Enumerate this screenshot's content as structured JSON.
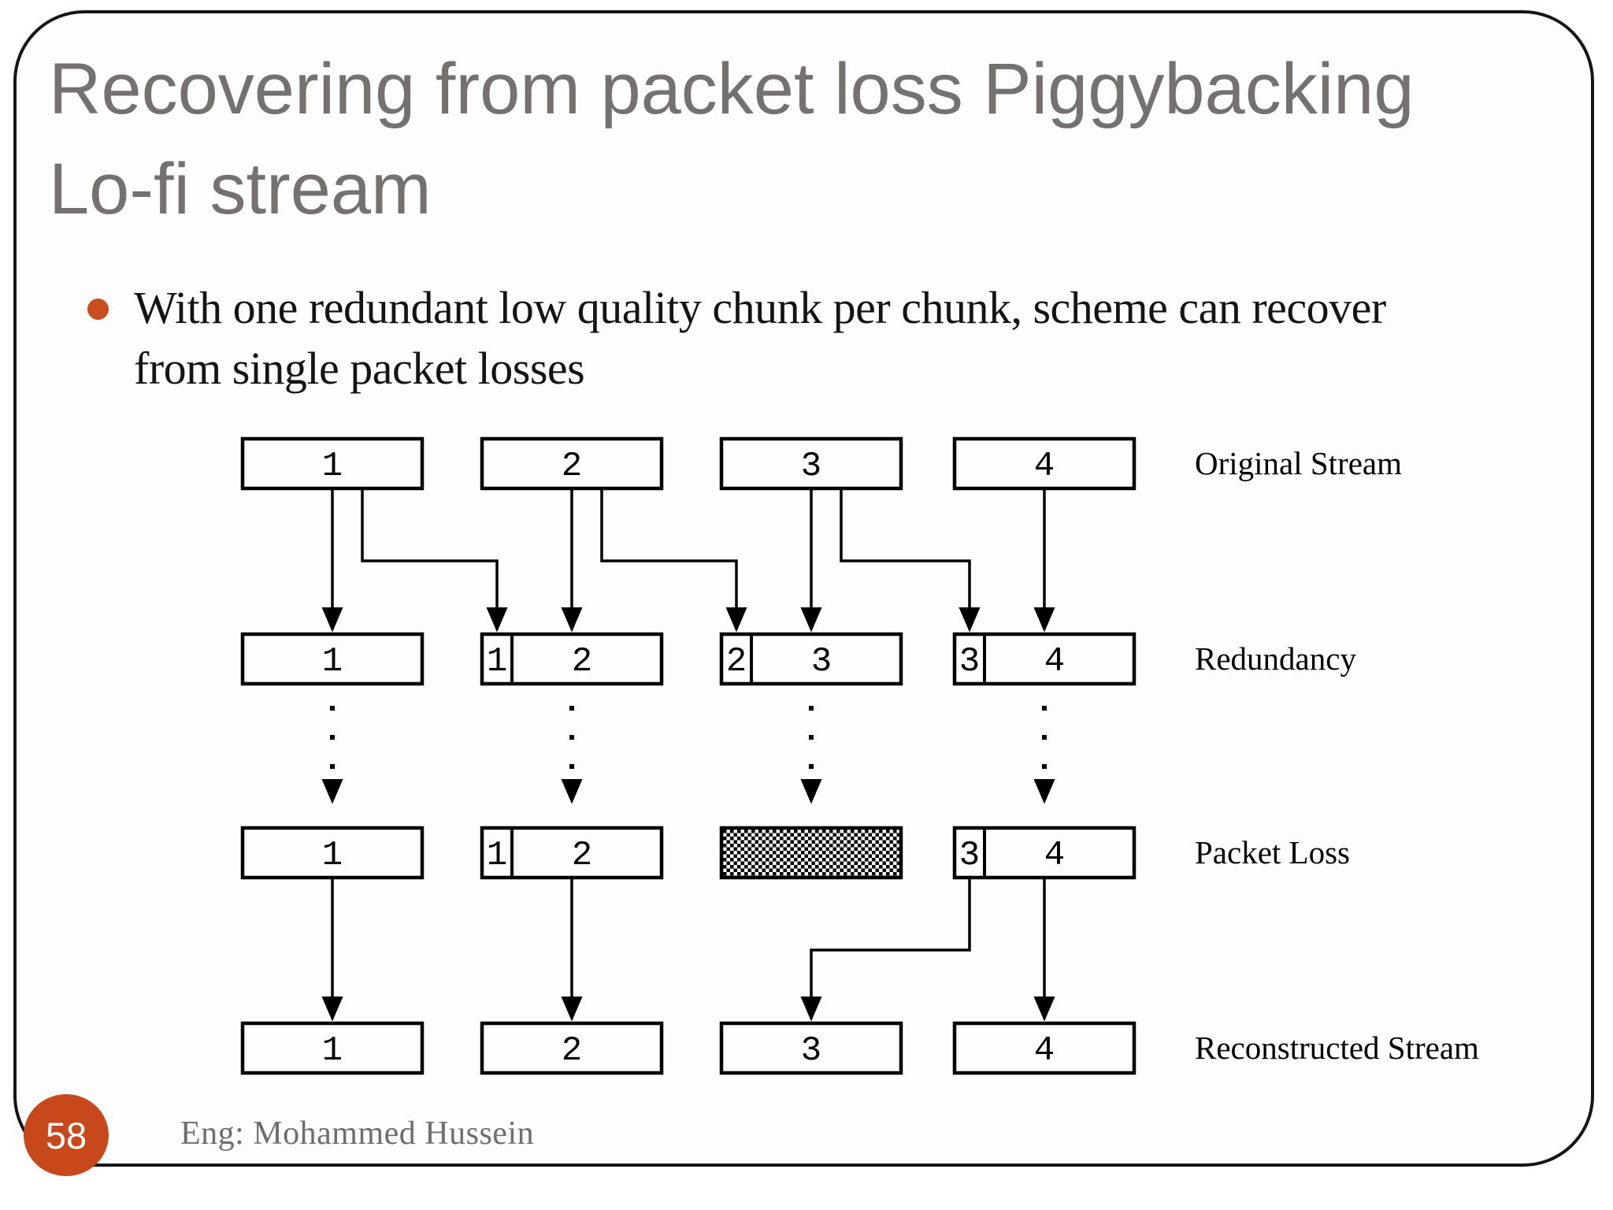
{
  "slide": {
    "title_lines": [
      "Recovering from packet loss Piggybacking",
      "Lo-fi stream"
    ],
    "bullet": {
      "line1": "With one redundant low quality chunk per chunk, scheme can recover",
      "line2": "from single packet losses"
    },
    "footer_credit": "Eng: Mohammed Hussein",
    "page_number": "58",
    "colors": {
      "title_gray": "#767171",
      "bullet_accent": "#C84E20",
      "badge_orange": "#C7481A",
      "footer_gray": "#6E6E6E",
      "diagram_ink": "#000000"
    }
  },
  "diagram": {
    "rows": [
      {
        "id": "original",
        "label": "Original Stream",
        "boxes": [
          {
            "cells": [
              "1"
            ]
          },
          {
            "cells": [
              "2"
            ]
          },
          {
            "cells": [
              "3"
            ]
          },
          {
            "cells": [
              "4"
            ]
          }
        ]
      },
      {
        "id": "redundancy",
        "label": "Redundancy",
        "boxes": [
          {
            "cells": [
              "1"
            ]
          },
          {
            "cells": [
              "1",
              "2"
            ]
          },
          {
            "cells": [
              "2",
              "3"
            ]
          },
          {
            "cells": [
              "3",
              "4"
            ]
          }
        ]
      },
      {
        "id": "packet_loss",
        "label": "Packet Loss",
        "boxes": [
          {
            "cells": [
              "1"
            ]
          },
          {
            "cells": [
              "1",
              "2"
            ]
          },
          {
            "lost": true
          },
          {
            "cells": [
              "3",
              "4"
            ]
          }
        ]
      },
      {
        "id": "reconstructed",
        "label": "Reconstructed Stream",
        "boxes": [
          {
            "cells": [
              "1"
            ]
          },
          {
            "cells": [
              "2"
            ]
          },
          {
            "cells": [
              "3"
            ]
          },
          {
            "cells": [
              "4"
            ]
          }
        ]
      }
    ],
    "connections": [
      {
        "type": "straight",
        "from": "original.0",
        "to": "redundancy.0"
      },
      {
        "type": "straight",
        "from": "original.1",
        "to": "redundancy.1"
      },
      {
        "type": "straight",
        "from": "original.2",
        "to": "redundancy.2"
      },
      {
        "type": "straight",
        "from": "original.3",
        "to": "redundancy.3"
      },
      {
        "type": "jog_right",
        "from": "original.0",
        "to": "redundancy.1.small"
      },
      {
        "type": "jog_right",
        "from": "original.1",
        "to": "redundancy.2.small"
      },
      {
        "type": "jog_right",
        "from": "original.2",
        "to": "redundancy.3.small"
      },
      {
        "type": "dotted",
        "from": "redundancy.0",
        "to": "packet_loss.0"
      },
      {
        "type": "dotted",
        "from": "redundancy.1",
        "to": "packet_loss.1"
      },
      {
        "type": "dotted",
        "from": "redundancy.2",
        "to": "packet_loss.2"
      },
      {
        "type": "dotted",
        "from": "redundancy.3",
        "to": "packet_loss.3"
      },
      {
        "type": "straight",
        "from": "packet_loss.0",
        "to": "reconstructed.0"
      },
      {
        "type": "straight",
        "from": "packet_loss.1",
        "to": "reconstructed.1"
      },
      {
        "type": "jog_left",
        "from": "packet_loss.3.small",
        "to": "reconstructed.2"
      },
      {
        "type": "straight",
        "from": "packet_loss.3",
        "to": "reconstructed.3"
      }
    ]
  }
}
